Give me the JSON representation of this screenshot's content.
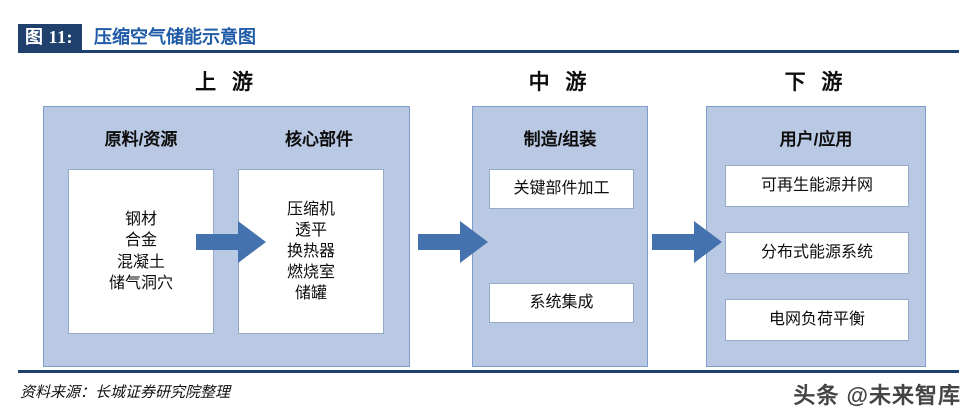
{
  "figure": {
    "badge": "图 11:",
    "title": "压缩空气储能示意图"
  },
  "columns": [
    {
      "header": "上 游"
    },
    {
      "header": "中 游"
    },
    {
      "header": "下 游"
    }
  ],
  "panels": {
    "upstream": {
      "groups": [
        {
          "title": "原料/资源",
          "items": [
            "钢材",
            "合金",
            "混凝土",
            "储气洞穴"
          ]
        },
        {
          "title": "核心部件",
          "items": [
            "压缩机",
            "透平",
            "换热器",
            "燃烧室",
            "储罐"
          ]
        }
      ]
    },
    "midstream": {
      "title": "制造/组装",
      "boxes": [
        "关键部件加工",
        "系统集成"
      ]
    },
    "downstream": {
      "title": "用户/应用",
      "boxes": [
        "可再生能源并网",
        "分布式能源系统",
        "电网负荷平衡"
      ]
    }
  },
  "arrows": [
    {
      "name": "arrow-raw-to-core"
    },
    {
      "name": "arrow-upstream-to-midstream"
    },
    {
      "name": "arrow-midstream-to-downstream"
    }
  ],
  "footer": {
    "source": "资料来源：长城证券研究院整理",
    "watermark": "头条 @未来智库"
  },
  "colors": {
    "accent_dark": "#20406E",
    "title_blue": "#1F5BA6",
    "panel_fill": "#B9C8E3",
    "arrow_blue": "#4472AE"
  }
}
